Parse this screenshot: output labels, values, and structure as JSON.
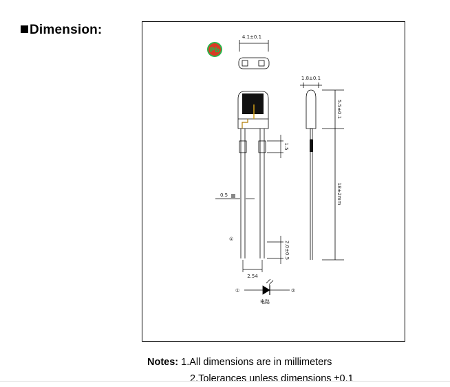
{
  "heading": "Dimension:",
  "drawing": {
    "pb_badge": "Pb",
    "top_width": "4.1±0.1",
    "side_width": "1.8±0.1",
    "body_height": "5.5±0.1",
    "lead_length": "18±2mm",
    "lead_width": "0.5",
    "tab_length": "1.5",
    "lead_end": "2.0±0.5",
    "pitch": "2.54",
    "pin1": "①",
    "pin1_schematic": "①",
    "pin2_schematic": "②",
    "schematic_caption": "电路",
    "colors": {
      "badge_fill": "#d93a24",
      "badge_ring": "#2bb34a",
      "die": "#111111",
      "lead_frame": "#d4a017"
    }
  },
  "notes": {
    "label": "Notes:",
    "line1": "1.All dimensions are in millimeters",
    "line2": "2.Tolerances unless dimensions ±0.1"
  }
}
